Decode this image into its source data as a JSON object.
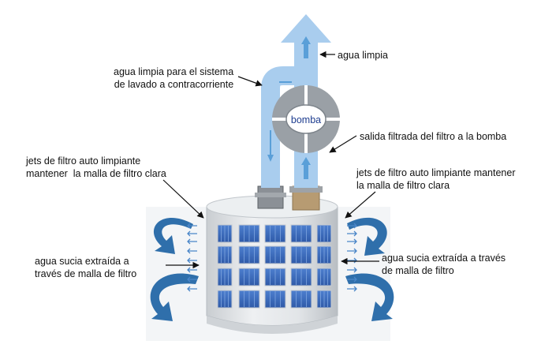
{
  "labels": {
    "clean_water": "agua limpia",
    "backwash": "agua limpia para el sistema\nde lavado a contracorriente",
    "pump": "bomba",
    "filtered_outlet": "salida filtrada del filtro a la bomba",
    "jets_left": "jets de filtro auto limpiante\nmantener  la malla de filtro clara",
    "jets_right": "jets de filtro auto limpiante mantener\nla malla de filtro clara",
    "dirty_left": "agua sucia extraída a\ntravés de malla de filtro",
    "dirty_right": "agua sucia extraída a través\nde malla de filtro"
  },
  "colors": {
    "pipe_blue": "#a9cdee",
    "flow_arrow": "#5a9fd8",
    "intake_arrow": "#2f6fab",
    "mesh_blue": "#3f6fbf",
    "pump_gray": "#9aa0a6",
    "pump_text": "#1e3d8f",
    "tank_gray": "#dfe3e7"
  }
}
